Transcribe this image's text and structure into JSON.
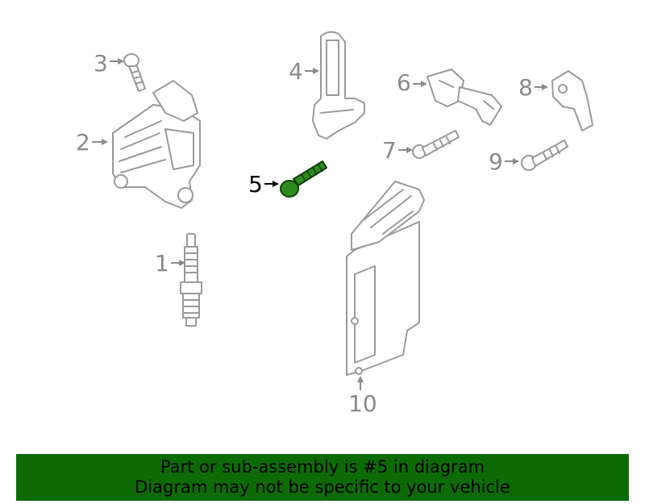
{
  "diagram": {
    "highlighted_part": "5",
    "callouts": [
      "1",
      "2",
      "3",
      "4",
      "5",
      "6",
      "7",
      "8",
      "9",
      "10"
    ]
  },
  "banner": {
    "line1": "Part or sub-assembly is #5 in diagram",
    "line2": "Diagram may not be specific to your vehicle",
    "background_color": "#0d6b06"
  },
  "colors": {
    "highlight": "#2e8b1e",
    "part_outline": "#9a9a9a",
    "label_inactive": "#8a8a8a",
    "label_active": "#000000"
  }
}
